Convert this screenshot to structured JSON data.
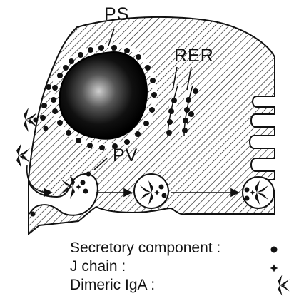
{
  "labels": {
    "ps": "PS",
    "rer": "RER",
    "pv": "PV"
  },
  "legend": [
    {
      "text": "Secretory component :",
      "symbol": "dot-icon"
    },
    {
      "text": "J chain :",
      "symbol": "star-icon"
    },
    {
      "text": "Dimeric  IgA :",
      "symbol": "dimeric-iga-icon"
    }
  ],
  "colors": {
    "ink": "#111111",
    "paper": "#ffffff"
  }
}
